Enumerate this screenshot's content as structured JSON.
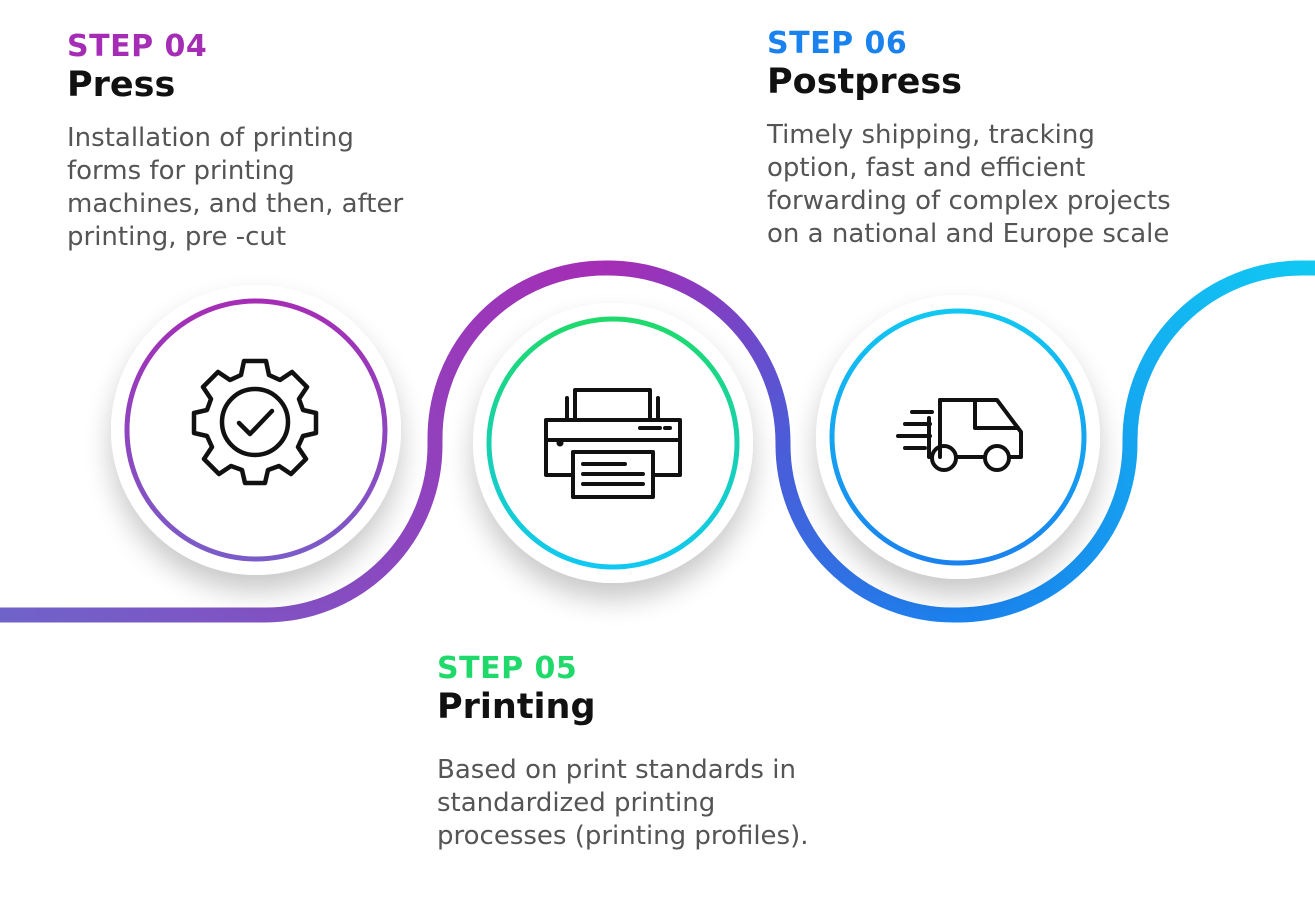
{
  "steps": [
    {
      "label": "STEP 04",
      "title": "Press",
      "description": "Installation of printing forms for printing machines, and then, after printing, pre -cut",
      "icon": "gear-check-icon",
      "accent": "#a52db5"
    },
    {
      "label": "STEP 05",
      "title": "Printing",
      "description": "Based on print standards in standardized printing processes (printing profiles).",
      "icon": "printer-icon",
      "accent": "#1fda6a"
    },
    {
      "label": "STEP 06",
      "title": "Postpress",
      "description": "Timely shipping, tracking option, fast and efficient forwarding of complex projects on a national and Europe scale",
      "icon": "delivery-van-icon",
      "accent": "#1a82ef"
    }
  ],
  "colors": {
    "path_start": "#7a5cc8",
    "path_purple": "#a52db5",
    "path_blue": "#1a82ef",
    "path_cyan": "#10c8f2",
    "ring_press_top": "#a52db5",
    "ring_press_bottom": "#7a5cc8",
    "ring_print_top": "#1fda6a",
    "ring_print_bottom": "#10c8f2",
    "ring_post_top": "#10c8f2",
    "ring_post_bottom": "#1a82ef"
  }
}
